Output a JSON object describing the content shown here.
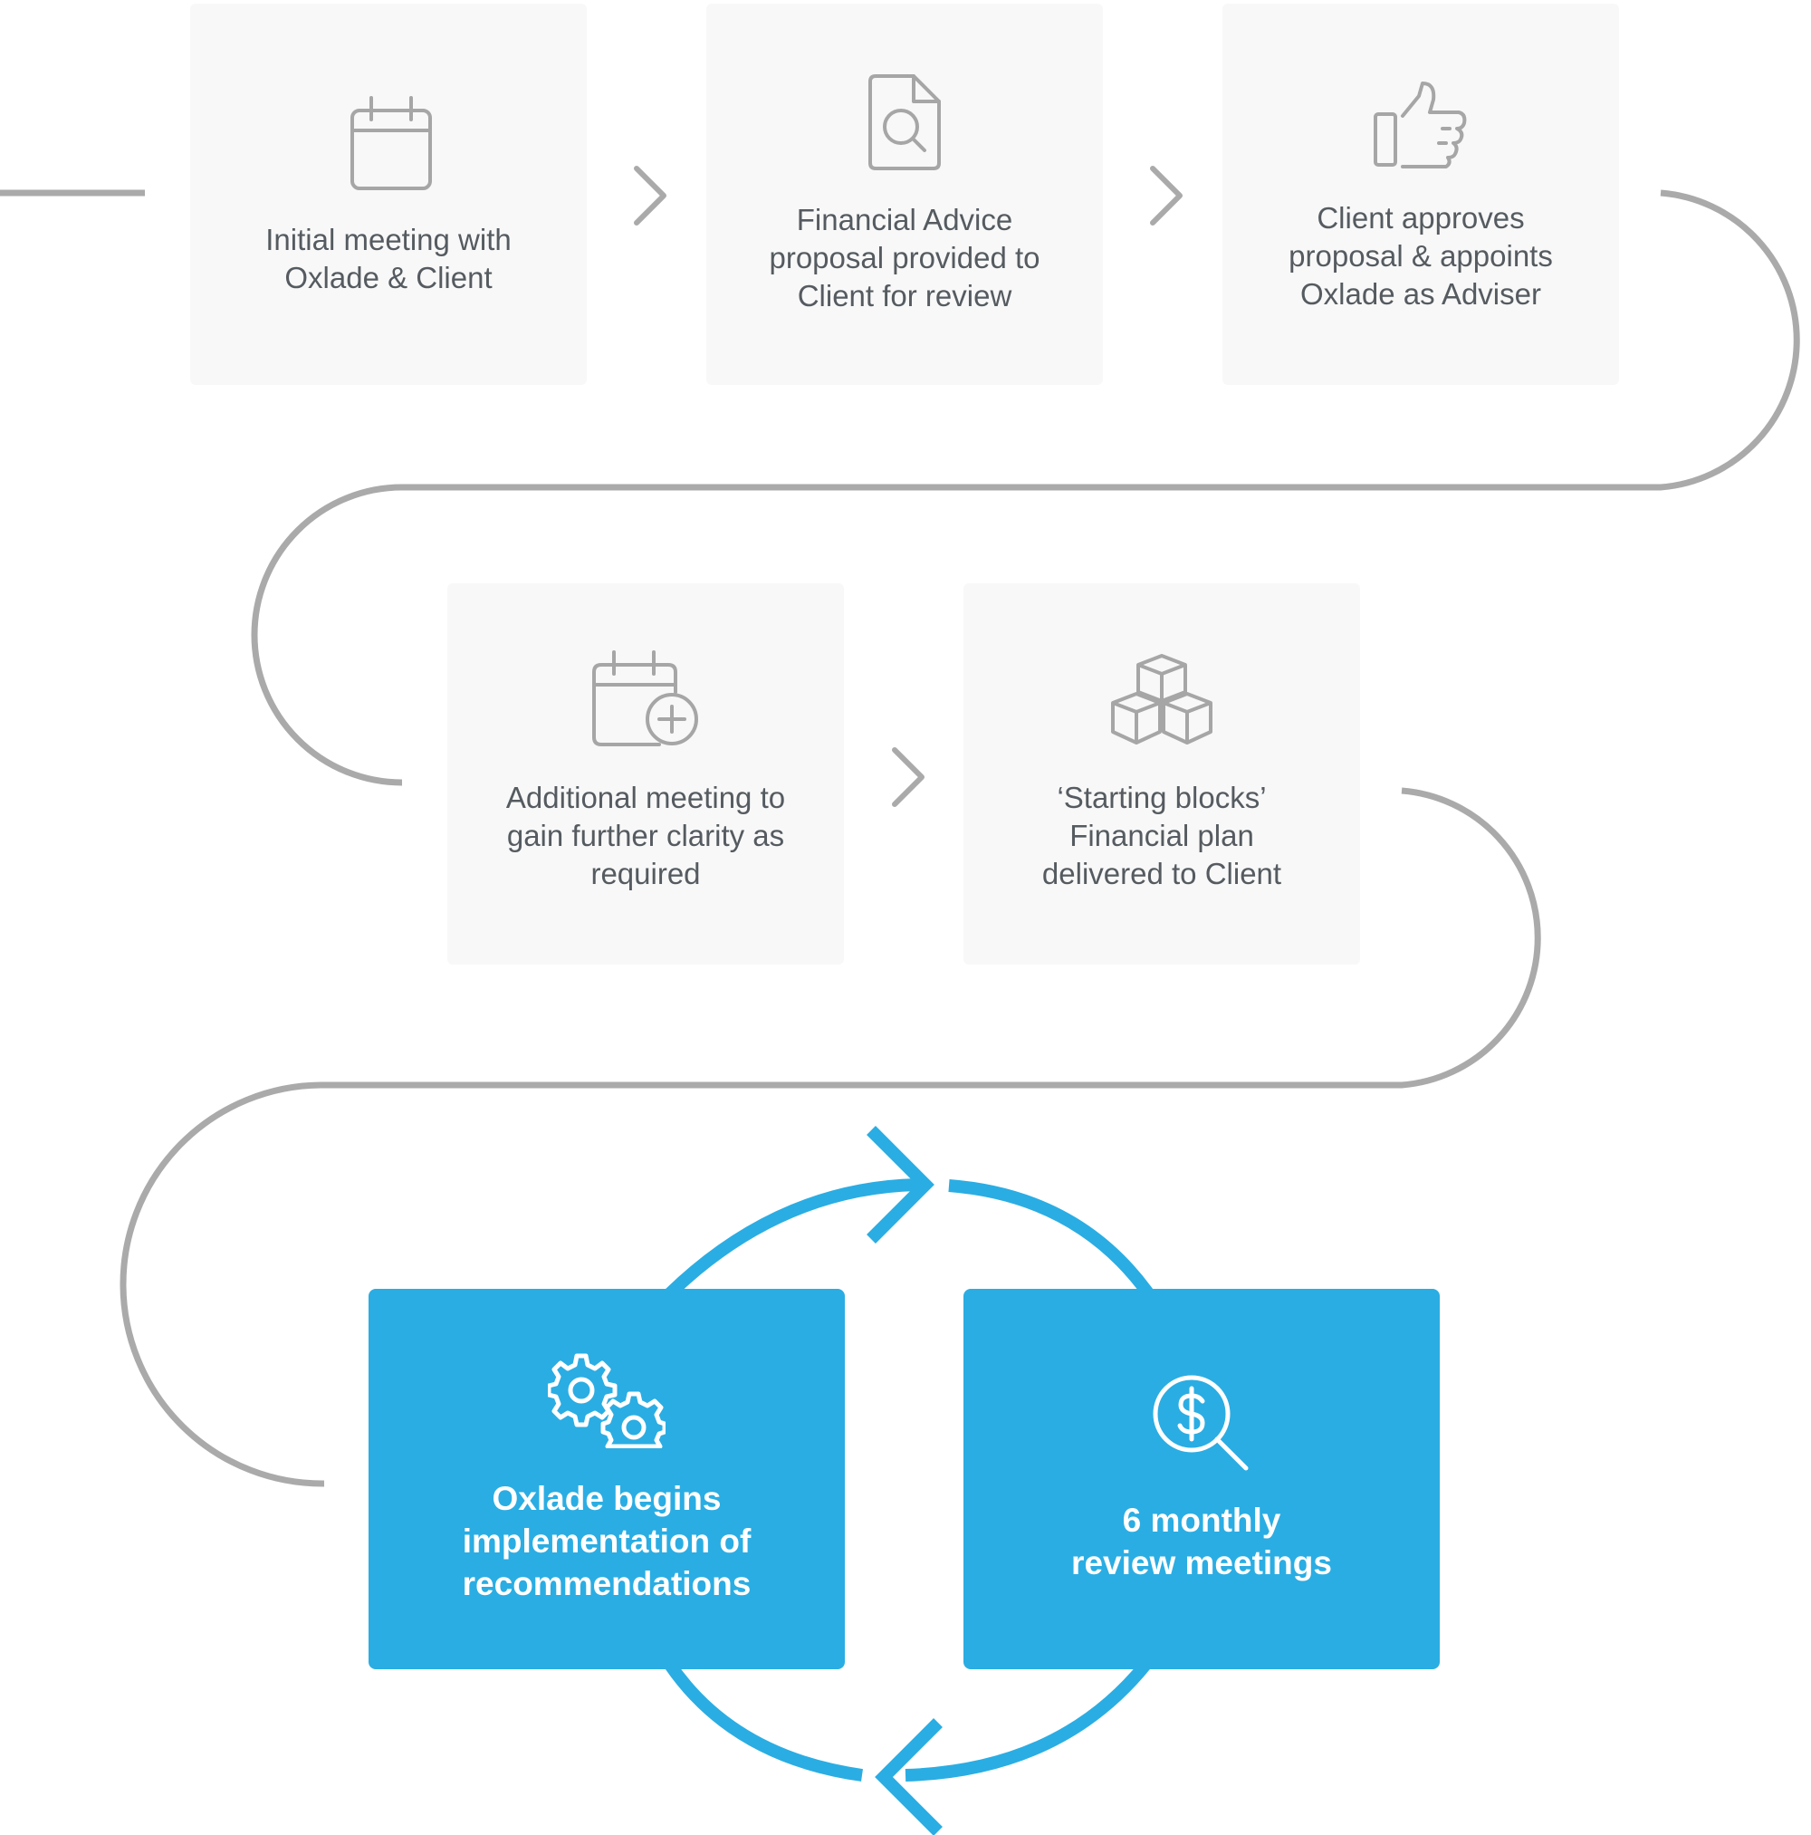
{
  "colors": {
    "path_gray": "#aaaaaa",
    "card_bg": "#f8f8f8",
    "accent_blue": "#2aade3",
    "text_gray": "#555b60",
    "icon_gray": "#a6a6a6"
  },
  "steps": [
    {
      "label": "Initial meeting with\nOxlade & Client",
      "icon": "calendar-icon"
    },
    {
      "label": "Financial Advice\nproposal provided to\nClient for review",
      "icon": "document-search-icon"
    },
    {
      "label": "Client approves\nproposal & appoints\nOxlade as Adviser",
      "icon": "thumbs-up-icon"
    },
    {
      "label": "Additional meeting to\ngain further clarity as\nrequired",
      "icon": "calendar-add-icon"
    },
    {
      "label": "‘Starting blocks’\nFinancial plan\ndelivered to Client",
      "icon": "blocks-icon"
    }
  ],
  "cycle": [
    {
      "label": "Oxlade begins\nimplementation of\nrecommendations",
      "icon": "gears-icon"
    },
    {
      "label": "6 monthly\nreview meetings",
      "icon": "dollar-search-icon"
    }
  ]
}
